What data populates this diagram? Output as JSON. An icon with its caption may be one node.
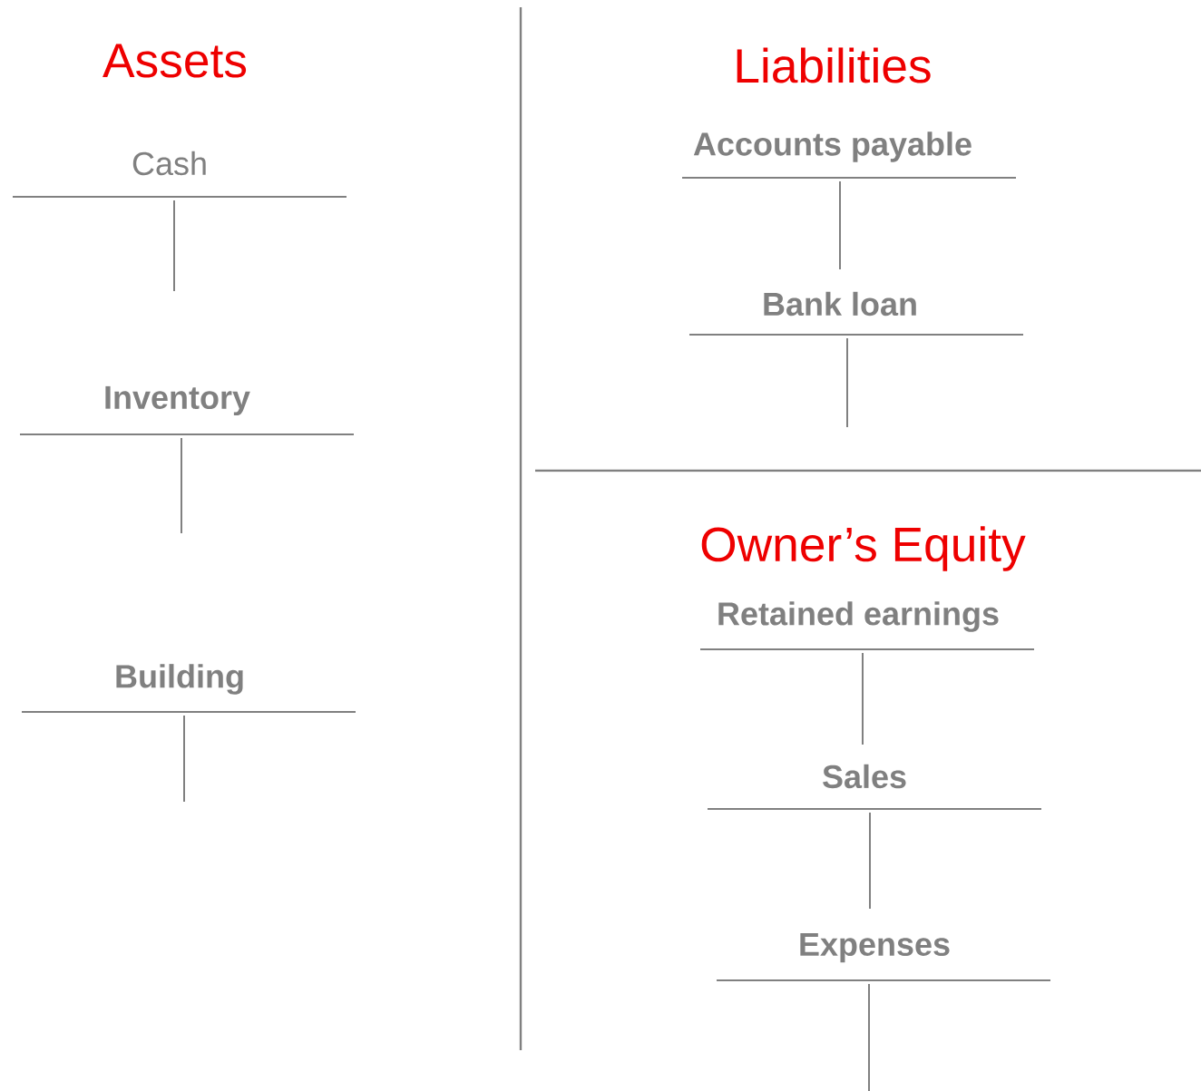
{
  "diagram": {
    "nodes": [
      {
        "text": [
          "Cash"
        ]
      },
      {
        "text": [
          "Inventory"
        ]
      },
      {
        "text": [
          "Building"
        ]
      },
      {
        "text": [
          "Accounts payable"
        ]
      },
      {
        "text": [
          "Bank loan"
        ]
      },
      {
        "text": [
          "Retained earnings"
        ]
      },
      {
        "text": [
          "Sales"
        ]
      },
      {
        "text": [
          "Expenses"
        ]
      }
    ],
    "labels": [
      "Assets",
      "Liabilities",
      "Owner’s Equity"
    ]
  }
}
